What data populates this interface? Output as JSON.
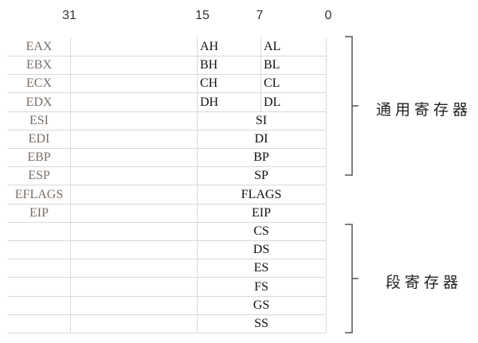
{
  "bit_labels": [
    "31",
    "15",
    "7",
    "0"
  ],
  "rows": [
    {
      "e": "EAX",
      "h": "AH",
      "l": "AL"
    },
    {
      "e": "EBX",
      "h": "BH",
      "l": "BL"
    },
    {
      "e": "ECX",
      "h": "CH",
      "l": "CL"
    },
    {
      "e": "EDX",
      "h": "DH",
      "l": "DL"
    },
    {
      "e": "ESI",
      "x": "SI"
    },
    {
      "e": "EDI",
      "x": "DI"
    },
    {
      "e": "EBP",
      "x": "BP"
    },
    {
      "e": "ESP",
      "x": "SP"
    },
    {
      "e": "EFLAGS",
      "x": "FLAGS"
    },
    {
      "e": "EIP",
      "x": "EIP"
    },
    {
      "e": "",
      "x": "CS"
    },
    {
      "e": "",
      "x": "DS"
    },
    {
      "e": "",
      "x": "ES"
    },
    {
      "e": "",
      "x": "FS"
    },
    {
      "e": "",
      "x": "GS"
    },
    {
      "e": "",
      "x": "SS"
    }
  ],
  "groups": {
    "general": "通用寄存器",
    "segment": "段寄存器"
  }
}
